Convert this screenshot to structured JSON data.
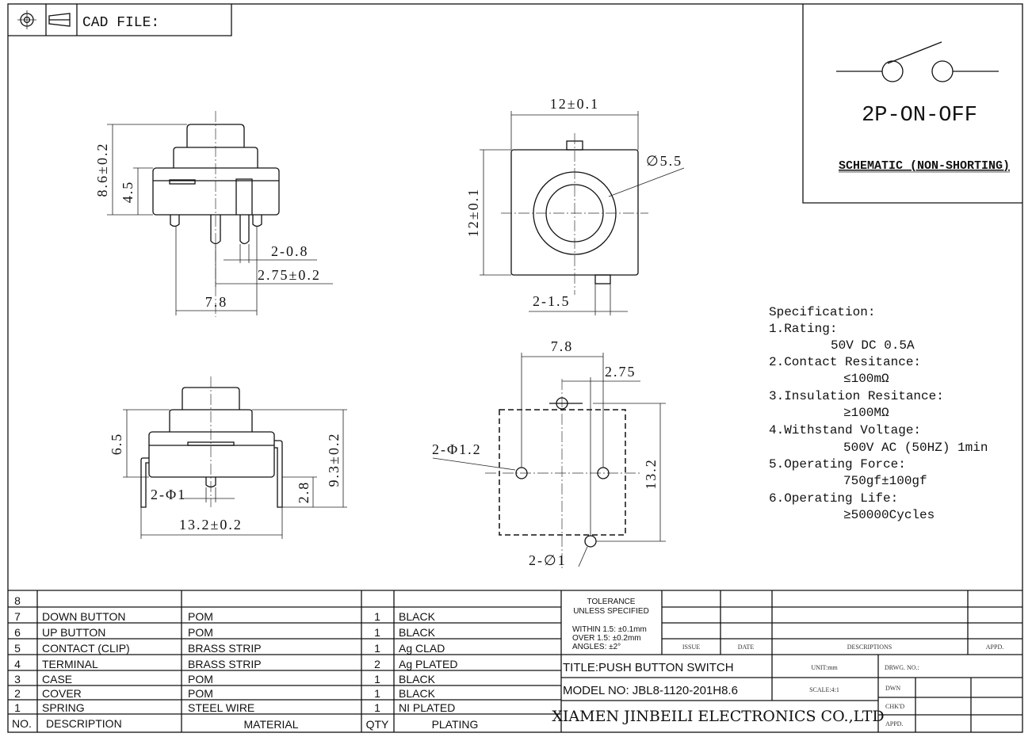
{
  "header": {
    "cad_label": "CAD FILE:",
    "projection_icon": "third-angle-projection-icon"
  },
  "schematic": {
    "type_label": "2P-ON-OFF",
    "caption": "SCHEMATIC (NON-SHORTING)"
  },
  "dimensions": {
    "side": {
      "height": "8.6±0.2",
      "body": "4.5",
      "pin_width": "2-0.8",
      "pin_offset": "2.75±0.2",
      "pin_span": "7.8"
    },
    "top": {
      "width": "12±0.1",
      "height": "12±0.1",
      "button_dia": "∅5.5",
      "tab": "2-1.5"
    },
    "front": {
      "body": "6.5",
      "height": "9.3±0.2",
      "lead": "2.8",
      "pin": "2-Φ1",
      "width": "13.2±0.2"
    },
    "pcb": {
      "span": "7.8",
      "offset": "2.75",
      "height": "13.2",
      "hole_large": "2-Φ1.2",
      "hole_small": "2-∅1"
    }
  },
  "specification": {
    "title": "Specification:",
    "lines": [
      "1.Rating:",
      "50V DC 0.5A",
      "2.Contact Resitance:",
      "≤100mΩ",
      "3.Insulation Resitance:",
      "≥100MΩ",
      "4.Withstand Voltage:",
      "500V AC (50HZ) 1min",
      "5.Operating Force:",
      "750gf±100gf",
      "6.Operating Life:",
      "≥50000Cycles"
    ]
  },
  "bom": {
    "headers": [
      "NO.",
      "DESCRIPTION",
      "MATERIAL",
      "QTY",
      "PLATING"
    ],
    "rows": [
      [
        "8",
        "",
        "",
        "",
        ""
      ],
      [
        "7",
        "DOWN BUTTON",
        "POM",
        "1",
        "BLACK"
      ],
      [
        "6",
        "UP BUTTON",
        "POM",
        "1",
        "BLACK"
      ],
      [
        "5",
        "CONTACT (CLIP)",
        "BRASS STRIP",
        "1",
        "Ag CLAD"
      ],
      [
        "4",
        "TERMINAL",
        "BRASS STRIP",
        "2",
        "Ag PLATED"
      ],
      [
        "3",
        "CASE",
        "POM",
        "1",
        "BLACK"
      ],
      [
        "2",
        "COVER",
        "POM",
        "1",
        "BLACK"
      ],
      [
        "1",
        "SPRING",
        "STEEL WIRE",
        "1",
        "NI PLATED"
      ]
    ]
  },
  "title_block": {
    "tol1": "TOLERANCE",
    "tol2": "UNLESS SPECIFIED",
    "tol3": "WITHIN 1.5: ±0.1mm",
    "tol4": "OVER 1.5:  ±0.2mm",
    "tol5": "ANGLES: ±2°",
    "issue": "ISSUE",
    "date": "DATE",
    "descriptions": "DESCRIPTIONS",
    "appd": "APPD.",
    "title": "TITLE:PUSH  BUTTON  SWITCH",
    "model": "MODEL  NO: JBL8-1120-201H8.6",
    "company": "XIAMEN JINBEILI ELECTRONICS CO.,LTD",
    "unit": "UNIT:mm",
    "scale": "SCALE:4:1",
    "drwg_no": "DRWG. NO.:",
    "dwn": "DWN",
    "chkd": "CHK'D",
    "appd2": "APPD."
  }
}
